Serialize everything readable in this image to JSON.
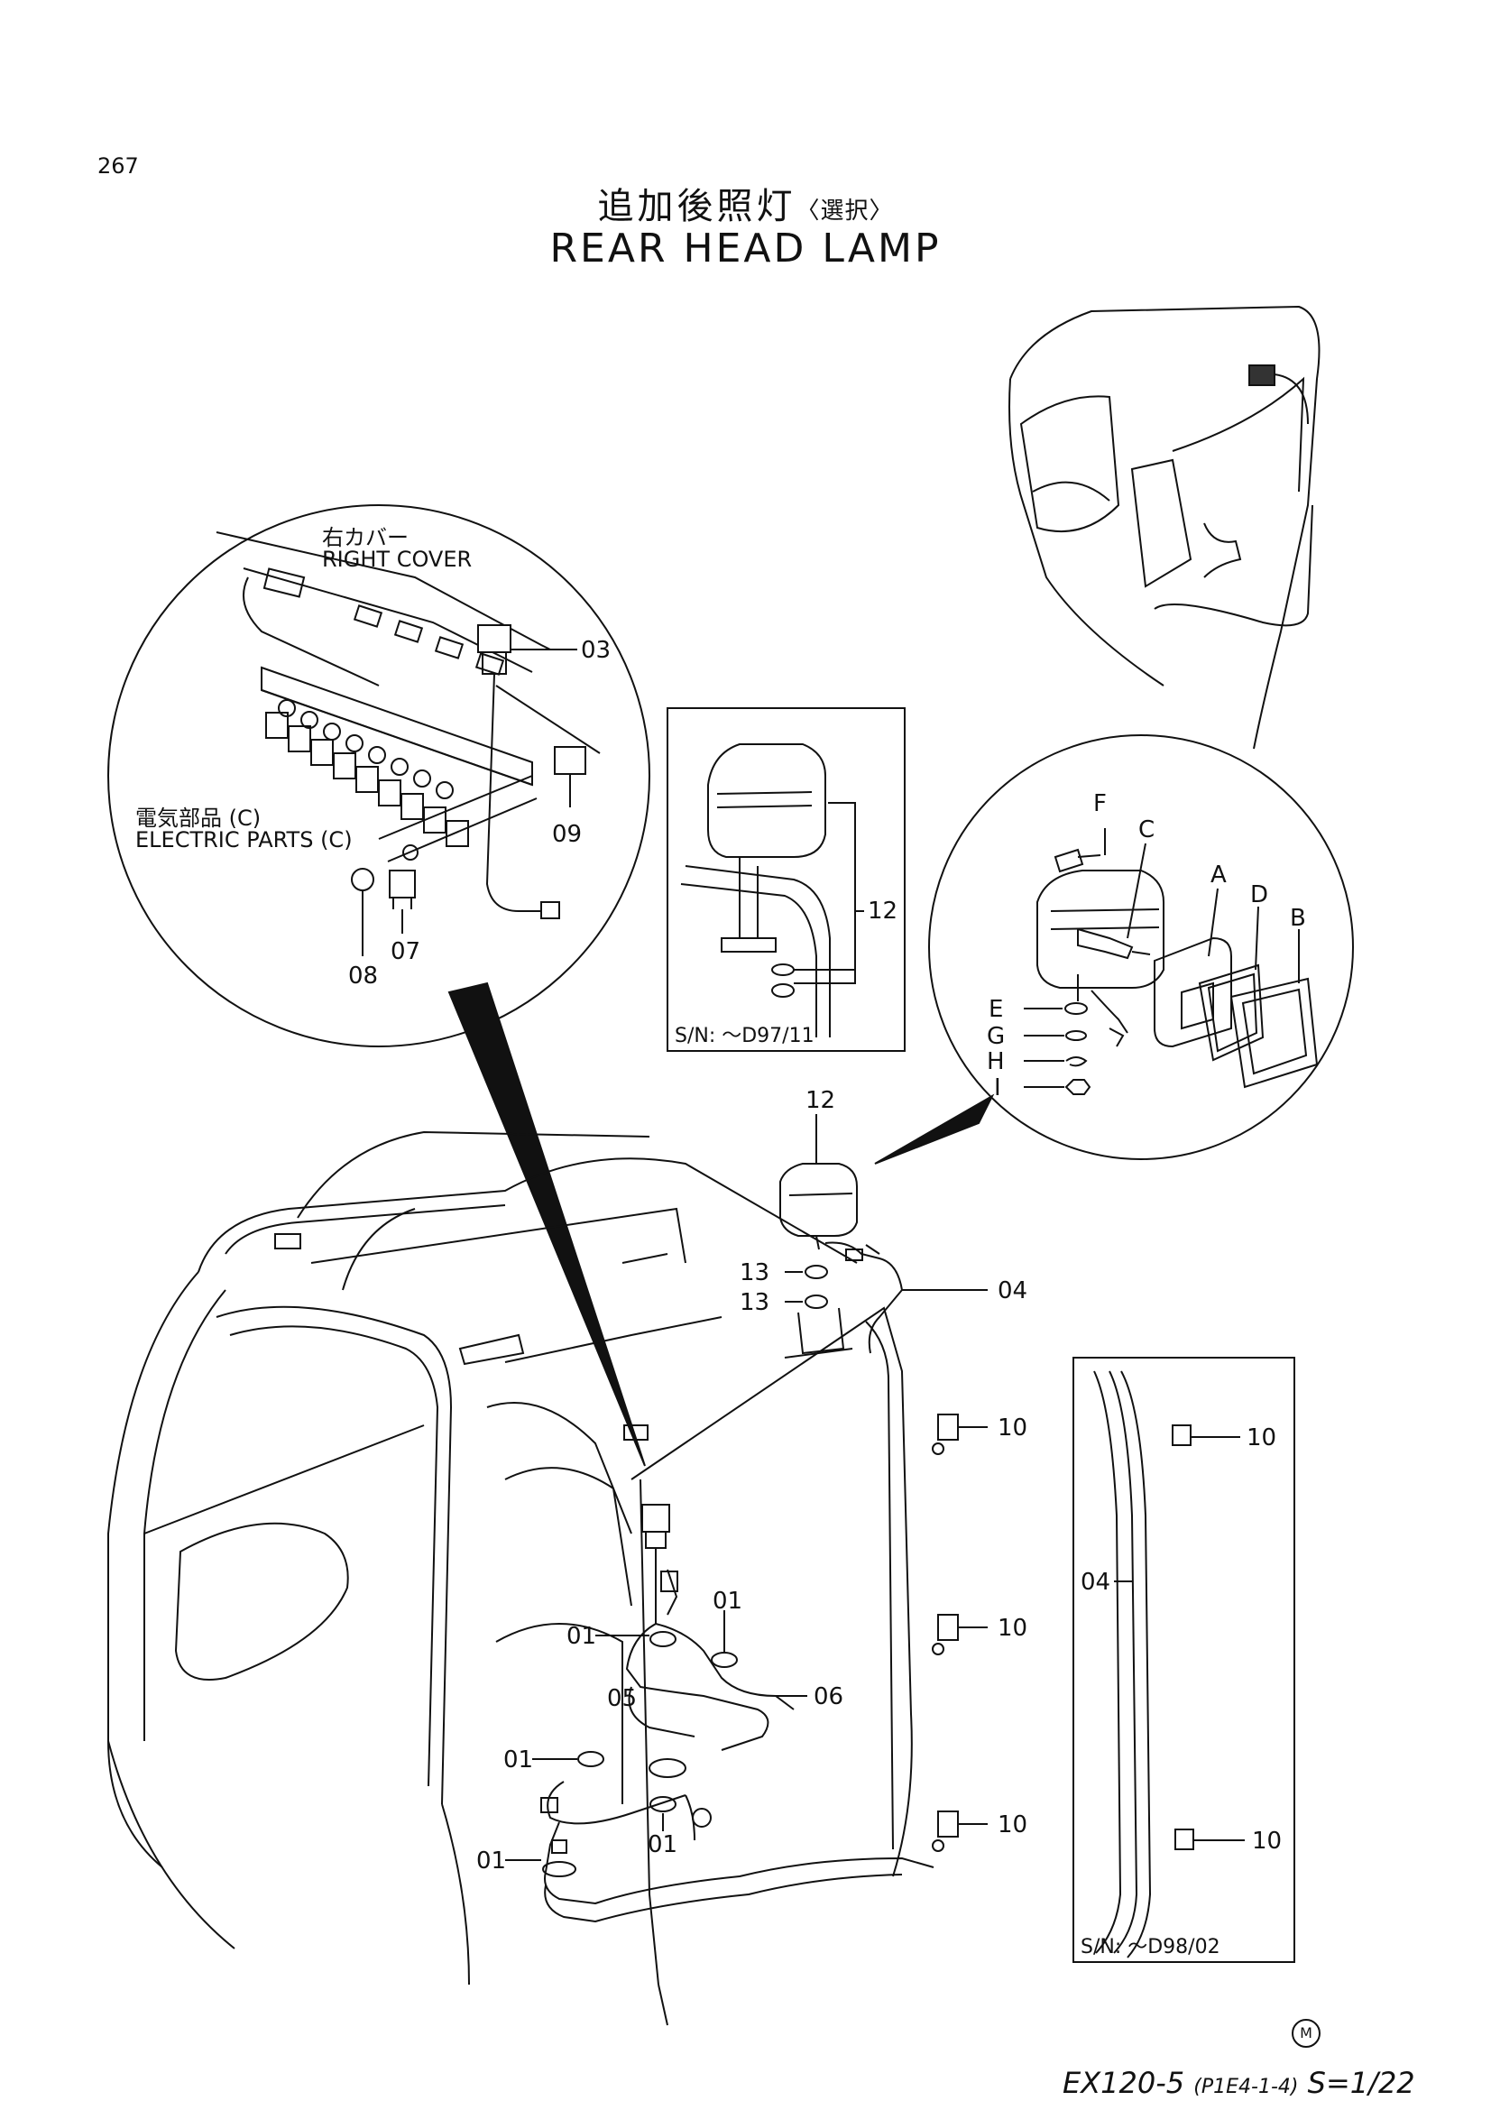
{
  "page_number": "267",
  "title_jp": "追加後照灯",
  "title_jp_option": "〈選択〉",
  "title_en": "REAR HEAD LAMP",
  "inset_left": {
    "right_cover_jp": "右カバー",
    "right_cover_en": "RIGHT COVER",
    "electric_parts_jp": "電気部品 (C)",
    "electric_parts_en": "ELECTRIC PARTS (C)",
    "callouts": [
      "03",
      "09",
      "07",
      "08"
    ]
  },
  "inset_mid": {
    "callout": "12",
    "serial": "S/N: ～D97/11"
  },
  "inset_right_circle": {
    "callouts": [
      "F",
      "C",
      "A",
      "D",
      "B",
      "E",
      "G",
      "H",
      "I"
    ]
  },
  "main": {
    "lamp_callout": "12",
    "washer_callouts": [
      "13",
      "13"
    ],
    "harness_callout": "04",
    "clip_callouts": [
      "10",
      "10",
      "10"
    ],
    "clamp_callouts": [
      "01",
      "01",
      "01",
      "01",
      "01"
    ],
    "harness_callouts": [
      "05",
      "06"
    ]
  },
  "inset_bottom_right": {
    "callouts": [
      "10",
      "04",
      "10"
    ],
    "serial": "S/N: ～D98/02"
  },
  "footer": {
    "model": "EX120-5",
    "code": "(P1E4-1-4)",
    "sheet": "S=1/22",
    "mark": "M"
  }
}
